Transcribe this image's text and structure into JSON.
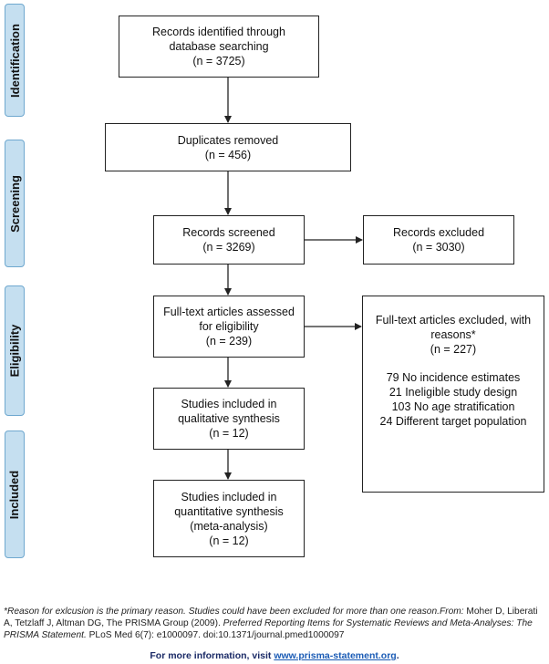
{
  "stages": {
    "identification": "Identification",
    "screening": "Screening",
    "eligibility": "Eligibility",
    "included": "Included"
  },
  "boxes": {
    "identified": [
      "Records identified through",
      "database searching",
      "(n = 3725)"
    ],
    "duplicates": [
      "Duplicates removed",
      "(n = 456)"
    ],
    "screened": [
      "Records screened",
      "(n = 3269)"
    ],
    "excluded": [
      "Records excluded",
      "(n = 3030)"
    ],
    "fulltext": [
      "Full-text articles assessed",
      "for eligibility",
      "(n = 239)"
    ],
    "fulltext_excluded": {
      "header": [
        "Full-text articles excluded, with",
        "reasons*",
        "(n = 227)"
      ],
      "reasons": [
        "79 No incidence estimates",
        "21 Ineligible study design",
        "103 No age stratification",
        "24 Different target population"
      ]
    },
    "qualitative": [
      "Studies included in",
      "qualitative synthesis",
      "(n = 12)"
    ],
    "quantitative": [
      "Studies included in",
      "quantitative synthesis",
      "(meta-analysis)",
      "(n = 12)"
    ]
  },
  "footnote": {
    "reason_note": "*Reason for exlcusion is the primary reason. Studies could have been excluded for more than one reason.",
    "from_label": "From:",
    "authors": " Moher D, Liberati A, Tetzlaff J, Altman DG, The PRISMA Group (2009). ",
    "title": "Preferred Reporting Items for Systematic Reviews and Meta-Analyses: The PRISMA Statement.",
    "citation": " PLoS Med 6(7): e1000097. doi:10.1371/journal.pmed1000097"
  },
  "more_info": {
    "text": "For more information, visit ",
    "link": "www.prisma-statement.org",
    "end": "."
  },
  "colors": {
    "stage_fill": "#c5dff0",
    "stage_border": "#6fa8cf",
    "link": "#1a5bb5"
  }
}
